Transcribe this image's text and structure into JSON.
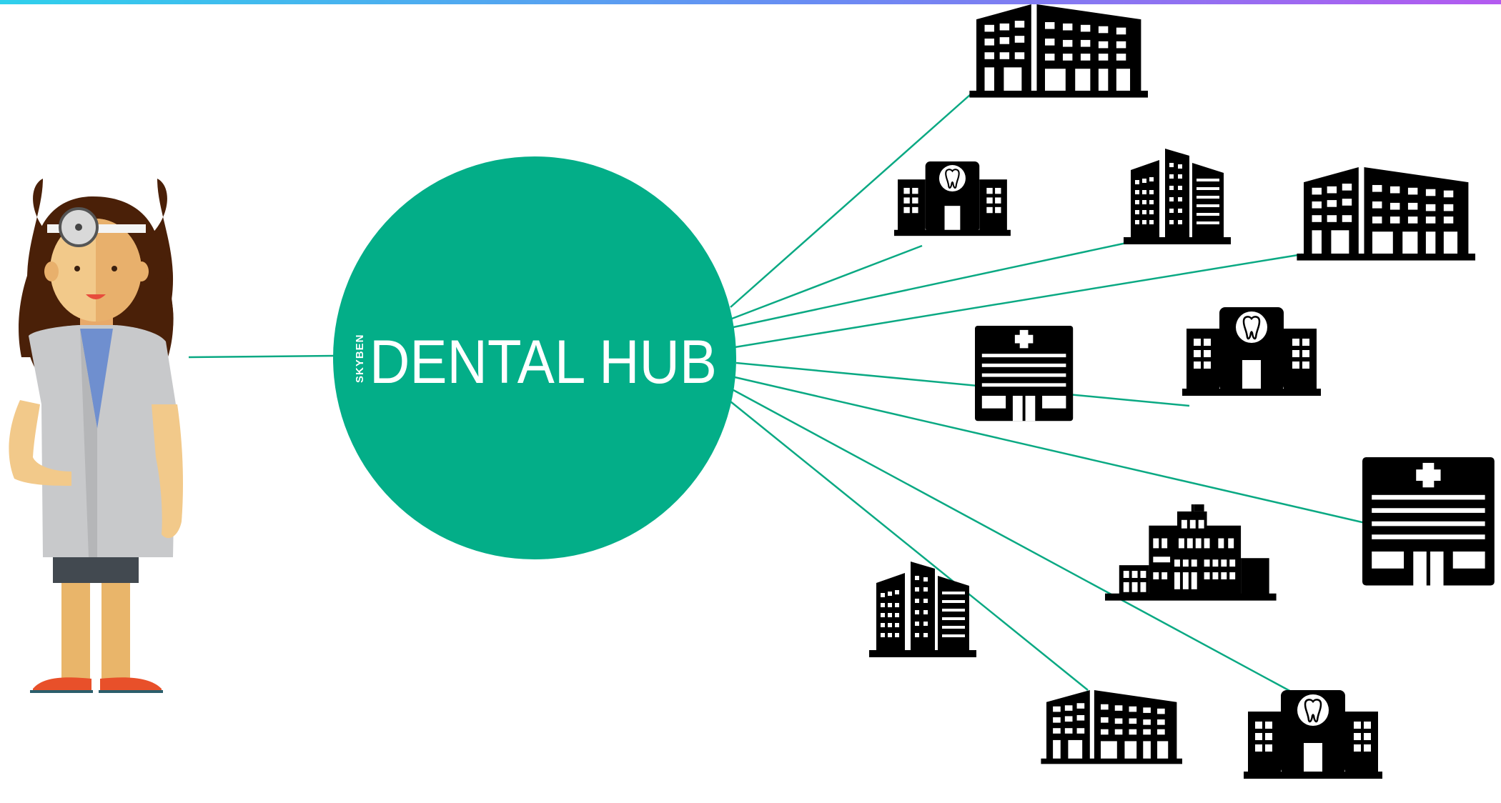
{
  "hub": {
    "brand": "SKYBEN",
    "title": "DENTAL HUB",
    "fill_color": "#03ae88",
    "text_color": "#ffffff"
  },
  "connector_color": "#0aa983",
  "doctor": {
    "icon": "dentist-avatar-icon"
  },
  "buildings": [
    {
      "id": "b1",
      "icon": "office-building-icon"
    },
    {
      "id": "b2",
      "icon": "dental-clinic-icon"
    },
    {
      "id": "b3",
      "icon": "tower-building-icon"
    },
    {
      "id": "b4",
      "icon": "office-building-icon"
    },
    {
      "id": "b5",
      "icon": "hospital-icon"
    },
    {
      "id": "b6",
      "icon": "dental-clinic-icon"
    },
    {
      "id": "b7",
      "icon": "hospital-icon"
    },
    {
      "id": "b8",
      "icon": "government-building-icon"
    },
    {
      "id": "b9",
      "icon": "tower-building-icon"
    },
    {
      "id": "b10",
      "icon": "office-building-icon"
    },
    {
      "id": "b11",
      "icon": "dental-clinic-icon"
    }
  ]
}
